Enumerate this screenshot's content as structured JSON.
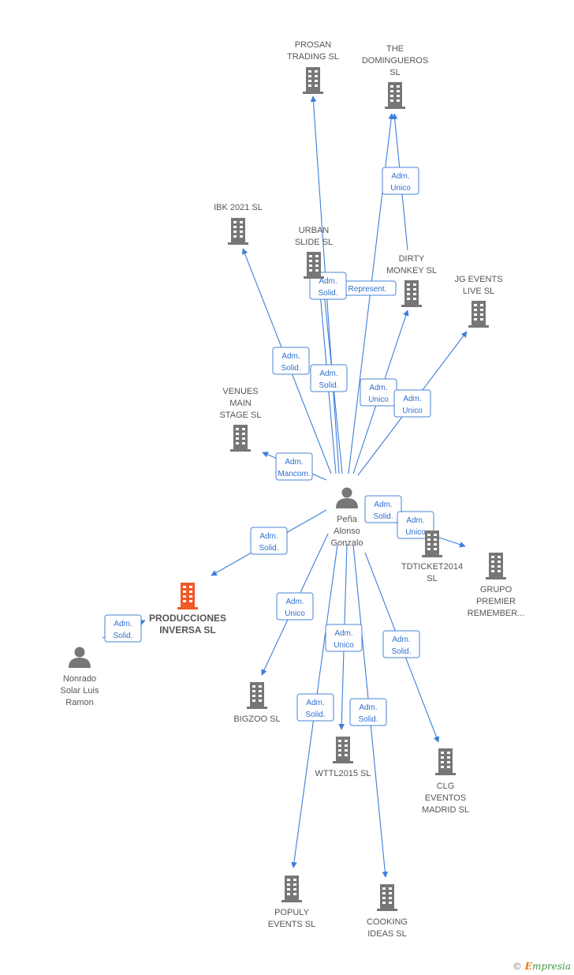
{
  "colors": {
    "edge": "#3d7fd9",
    "company": "#777777",
    "focus_company": "#f05a28",
    "person": "#777777"
  },
  "nodes": [
    {
      "id": "prosan",
      "type": "company",
      "lines": [
        "PROSAN",
        "TRADING  SL"
      ]
    },
    {
      "id": "domingueros",
      "type": "company",
      "lines": [
        "THE",
        "DOMINGUEROS",
        "SL"
      ]
    },
    {
      "id": "ibk",
      "type": "company",
      "lines": [
        "IBK 2021  SL"
      ]
    },
    {
      "id": "urban",
      "type": "company",
      "lines": [
        "URBAN",
        "SLIDE  SL"
      ]
    },
    {
      "id": "dirty",
      "type": "company",
      "lines": [
        "DIRTY",
        "MONKEY  SL"
      ]
    },
    {
      "id": "jgevents",
      "type": "company",
      "lines": [
        "JG EVENTS",
        "LIVE  SL"
      ]
    },
    {
      "id": "venues",
      "type": "company",
      "lines": [
        "VENUES",
        "MAIN",
        "STAGE  SL"
      ]
    },
    {
      "id": "pena",
      "type": "person",
      "lines": [
        "Peña",
        "Alonso",
        "Gonzalo"
      ]
    },
    {
      "id": "tdticket",
      "type": "company",
      "lines": [
        "TDTICKET2014",
        "SL"
      ]
    },
    {
      "id": "grupo",
      "type": "company",
      "lines": [
        "GRUPO",
        "PREMIER",
        "REMEMBER..."
      ]
    },
    {
      "id": "producciones",
      "type": "focus",
      "lines": [
        "PRODUCCIONES",
        "INVERSA  SL"
      ]
    },
    {
      "id": "nonrado",
      "type": "person",
      "lines": [
        "Nonrado",
        "Solar Luis",
        "Ramon"
      ]
    },
    {
      "id": "bigzoo",
      "type": "company",
      "lines": [
        "BIGZOO  SL"
      ]
    },
    {
      "id": "wttl",
      "type": "company",
      "lines": [
        "WTTL2015  SL"
      ]
    },
    {
      "id": "clg",
      "type": "company",
      "lines": [
        "CLG",
        "EVENTOS",
        "MADRID SL"
      ]
    },
    {
      "id": "populy",
      "type": "company",
      "lines": [
        "POPULY",
        "EVENTS SL"
      ]
    },
    {
      "id": "cooking",
      "type": "company",
      "lines": [
        "COOKING",
        "IDEAS  SL"
      ]
    }
  ],
  "edges": [
    {
      "from": "pena",
      "to": "prosan",
      "label": [
        "Represent."
      ]
    },
    {
      "from": "pena",
      "to": "domingueros",
      "label": []
    },
    {
      "from": "dirty",
      "to": "domingueros",
      "label": [
        "Adm.",
        "Unico"
      ]
    },
    {
      "from": "pena",
      "to": "ibk",
      "label": [
        "Adm.",
        "Solid."
      ]
    },
    {
      "from": "pena",
      "to": "urban",
      "label": [
        "Adm.",
        "Solid."
      ]
    },
    {
      "from": "pena",
      "to": "urban",
      "label": [
        "Adm.",
        "Solid."
      ]
    },
    {
      "from": "pena",
      "to": "dirty",
      "label": [
        "Adm.",
        "Unico"
      ]
    },
    {
      "from": "pena",
      "to": "jgevents",
      "label": [
        "Adm.",
        "Unico"
      ]
    },
    {
      "from": "pena",
      "to": "venues",
      "label": [
        "Adm.",
        "Mancom."
      ]
    },
    {
      "from": "pena",
      "to": "tdticket",
      "label": [
        "Adm.",
        "Solid."
      ]
    },
    {
      "from": "pena",
      "to": "grupo",
      "label": [
        "Adm.",
        "Unico"
      ]
    },
    {
      "from": "pena",
      "to": "producciones",
      "label": [
        "Adm.",
        "Solid."
      ]
    },
    {
      "from": "nonrado",
      "to": "producciones",
      "label": [
        "Adm.",
        "Solid."
      ]
    },
    {
      "from": "pena",
      "to": "bigzoo",
      "label": [
        "Adm.",
        "Unico"
      ]
    },
    {
      "from": "pena",
      "to": "wttl",
      "label": [
        "Adm.",
        "Unico"
      ]
    },
    {
      "from": "pena",
      "to": "clg",
      "label": [
        "Adm.",
        "Solid."
      ]
    },
    {
      "from": "pena",
      "to": "populy",
      "label": [
        "Adm.",
        "Solid."
      ]
    },
    {
      "from": "pena",
      "to": "cooking",
      "label": [
        "Adm.",
        "Solid."
      ]
    }
  ],
  "footer": {
    "copyright": "©",
    "brand_initial": "E",
    "brand_rest": "mpresia"
  }
}
